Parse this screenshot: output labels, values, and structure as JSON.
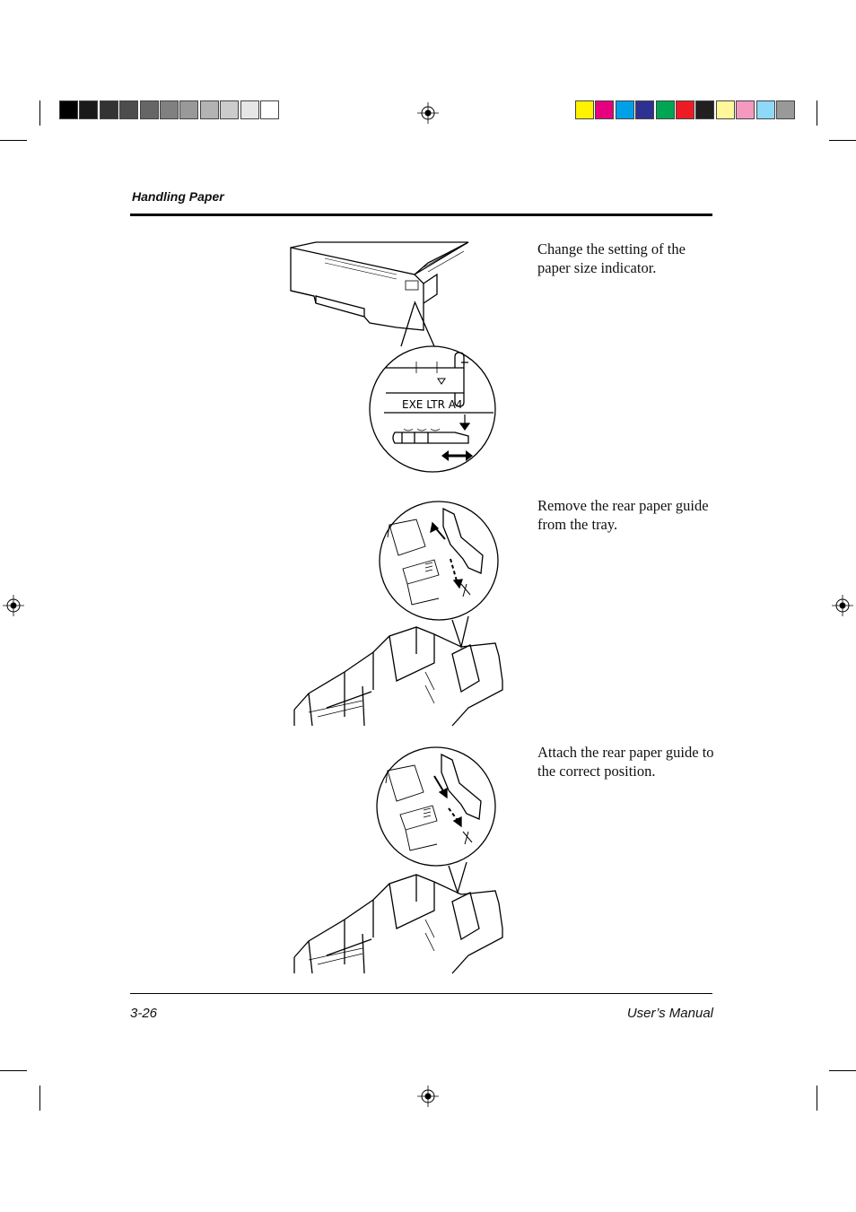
{
  "header": {
    "section_title": "Handling Paper"
  },
  "steps": [
    {
      "text": "Change the setting of the paper size indicator.",
      "indicator_labels": "EXE LTR  A4"
    },
    {
      "text": "Remove the rear paper guide from the tray."
    },
    {
      "text": "Attach the rear paper guide to the correct position."
    }
  ],
  "footer": {
    "page_number": "3-26",
    "manual_title": "User’s Manual"
  },
  "colors": {
    "gray_bar": [
      "#000000",
      "#1a1a1a",
      "#333333",
      "#4d4d4d",
      "#666666",
      "#808080",
      "#999999",
      "#b3b3b3",
      "#cccccc",
      "#e6e6e6",
      "#ffffff"
    ],
    "color_bar": [
      "#fff200",
      "#e6007e",
      "#00a0e9",
      "#2e3192",
      "#00a651",
      "#ed1c24",
      "#231f20",
      "#fff799",
      "#f49ac1",
      "#8ed8f8",
      "#999999"
    ]
  }
}
